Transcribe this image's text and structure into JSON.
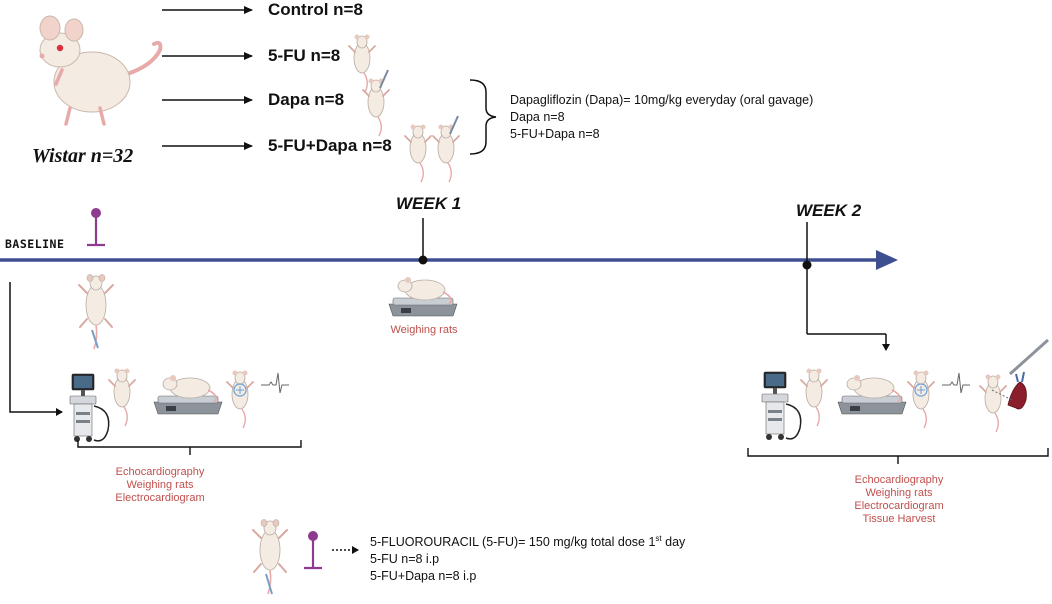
{
  "cohort": {
    "label": "Wistar n=32"
  },
  "groups": [
    {
      "label": "Control n=8"
    },
    {
      "label": "5-FU n=8"
    },
    {
      "label": "Dapa n=8"
    },
    {
      "label": "5-FU+Dapa n=8"
    }
  ],
  "dapa_note": {
    "line1": "Dapagliflozin (Dapa)= 10mg/kg everyday (oral gavage)",
    "line2": "Dapa n=8",
    "line3": "5-FU+Dapa n=8"
  },
  "timeline": {
    "start_label": "BASELINE",
    "week1_label": "WEEK 1",
    "week2_label": "WEEK 2",
    "week1_caption": "Weighing rats",
    "color": "#3d4f8f"
  },
  "baseline_procedures": [
    "Echocardiography",
    "Weighing rats",
    "Electrocardiogram"
  ],
  "week2_procedures": [
    "Echocardiography",
    "Weighing rats",
    "Electrocardiogram",
    "Tissue Harvest"
  ],
  "fu_note": {
    "line1_main": "5-FLUOROURACIL (5-FU)= 150 mg/kg total dose  1",
    "line1_sup": "st",
    "line1_tail": " day",
    "line2": "5-FU n=8 i.p",
    "line3": "5-FU+Dapa n=8 i.p"
  },
  "colors": {
    "accent_red": "#c0504d",
    "injection_purple": "#8e3a8e",
    "rat_body": "#f4ebe3",
    "rat_pink": "#e8a9a9"
  }
}
